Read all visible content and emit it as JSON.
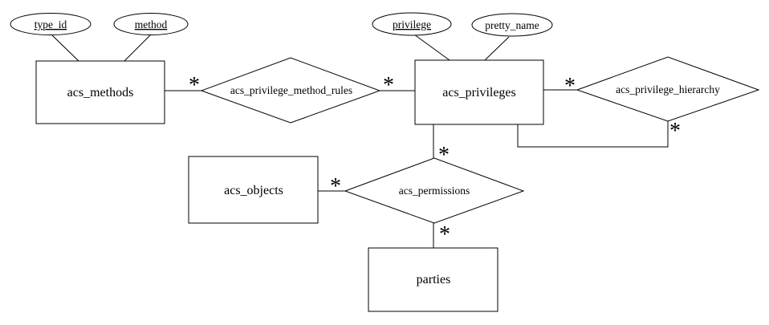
{
  "diagram_type": "entity-relationship",
  "colors": {
    "background": "#ffffff",
    "stroke": "#000000",
    "text": "#000000"
  },
  "entities": [
    {
      "label": "acs_methods"
    },
    {
      "label": "acs_privileges"
    },
    {
      "label": "acs_objects"
    },
    {
      "label": "parties"
    }
  ],
  "attributes": [
    {
      "label": "type_id",
      "underlined": true,
      "entity": "acs_methods"
    },
    {
      "label": "method",
      "underlined": true,
      "entity": "acs_methods"
    },
    {
      "label": "privilege",
      "underlined": true,
      "entity": "acs_privileges"
    },
    {
      "label": "pretty_name",
      "underlined": false,
      "entity": "acs_privileges"
    }
  ],
  "relationships": [
    {
      "label": "acs_privilege_method_rules",
      "between": [
        "acs_methods",
        "acs_privileges"
      ]
    },
    {
      "label": "acs_privilege_hierarchy",
      "between": [
        "acs_privileges",
        "acs_privileges"
      ]
    },
    {
      "label": "acs_permissions",
      "between": [
        "acs_objects",
        "acs_privileges",
        "parties"
      ]
    }
  ],
  "cardinality_marks": [
    {
      "edge": "acs_methods to acs_privilege_method_rules",
      "symbol": "*"
    },
    {
      "edge": "acs_privilege_method_rules to acs_privileges",
      "symbol": "*"
    },
    {
      "edge": "acs_privileges to acs_privilege_hierarchy",
      "symbol": "*"
    },
    {
      "edge": "acs_privilege_hierarchy back to acs_privileges",
      "symbol": "*"
    },
    {
      "edge": "acs_privileges to acs_permissions",
      "symbol": "*"
    },
    {
      "edge": "acs_objects to acs_permissions",
      "symbol": "*"
    },
    {
      "edge": "acs_permissions to parties",
      "symbol": "*"
    }
  ]
}
